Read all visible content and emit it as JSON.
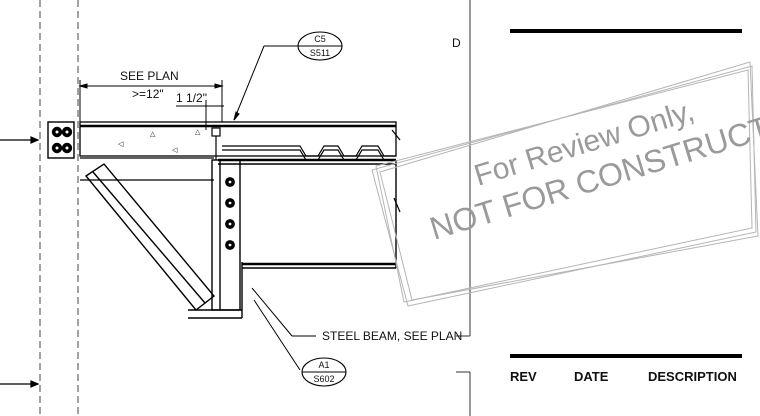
{
  "drawing": {
    "dim_see_plan": "SEE PLAN",
    "dim_min": ">=12\"",
    "dim_offset": "1 1/2\"",
    "callout_top": {
      "code": "C5",
      "sheet": "S511"
    },
    "callout_bottom": {
      "code": "A1",
      "sheet": "S602"
    },
    "note_beam": "STEEL BEAM, SEE PLAN",
    "grid_letter": "D"
  },
  "stamp": {
    "line1": "For Review Only,",
    "line2": "NOT FOR CONSTRUCTION"
  },
  "title_block": {
    "col_rev": "REV",
    "col_date": "DATE",
    "col_description": "DESCRIPTION"
  }
}
